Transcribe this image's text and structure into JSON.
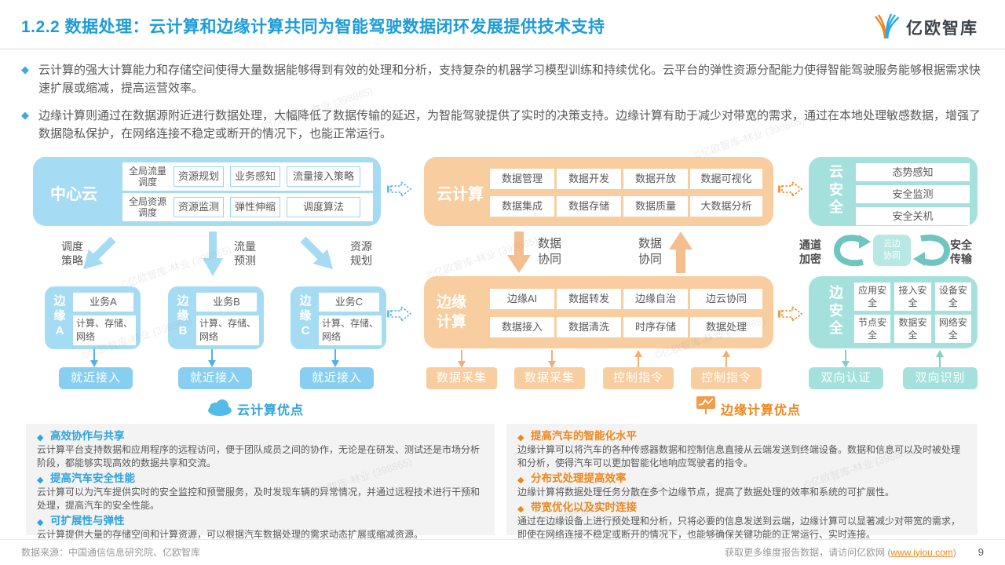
{
  "header": {
    "title": "1.2.2 数据处理：云计算和边缘计算共同为智能驾驶数据闭环发展提供技术支持",
    "logo_text": "亿欧智库"
  },
  "intro": {
    "bullet1": "云计算的强大计算能力和存储空间使得大量数据能够得到有效的处理和分析，支持复杂的机器学习模型训练和持续优化。云平台的弹性资源分配能力使得智能驾驶服务能够根据需求快速扩展或缩减，提高运营效率。",
    "bullet2": "边缘计算则通过在数据源附近进行数据处理，大幅降低了数据传输的延迟，为智能驾驶提供了实时的决策支持。边缘计算有助于减少对带宽的需求，通过在本地处理敏感数据，增强了数据隐私保护，在网络连接不稳定或断开的情况下，也能正常运行。"
  },
  "diagram": {
    "center_cloud": {
      "label": "中心云",
      "rows": [
        {
          "head": "全局流量调度",
          "items": [
            "资源规划",
            "业务感知",
            "流量接入策略"
          ]
        },
        {
          "head": "全局资源调度",
          "items": [
            "资源监测",
            "弹性伸缩",
            "调度算法"
          ]
        }
      ]
    },
    "cloud_computing": {
      "label": "云计算",
      "row1": [
        "数据管理",
        "数据开发",
        "数据开放",
        "数据可视化"
      ],
      "row2": [
        "数据集成",
        "数据存储",
        "数据质量",
        "大数据分析"
      ]
    },
    "cloud_security": {
      "label": "云安全",
      "items": [
        "态势感知",
        "安全监测",
        "安全关机"
      ]
    },
    "flow": {
      "scheduling": "调度策略",
      "traffic": "流量预测",
      "resource": "资源规划",
      "data_sync_left": "数据协同",
      "data_sync_right": "数据协同",
      "channel_encrypt": "通道加密",
      "cloud_edge_sync": "云边协同",
      "secure_transfer": "安全传输"
    },
    "edge_nodes": [
      {
        "label": "边缘A",
        "service": "业务A",
        "resources": "计算、存储、网络"
      },
      {
        "label": "边缘B",
        "service": "业务B",
        "resources": "计算、存储、网络"
      },
      {
        "label": "边缘C",
        "service": "业务C",
        "resources": "计算、存储、网络"
      }
    ],
    "edge_computing": {
      "label": "边缘计算",
      "row1": [
        "边缘AI",
        "数据转发",
        "边缘自治",
        "边云协同"
      ],
      "row2": [
        "数据接入",
        "数据清洗",
        "时序存储",
        "数据处理"
      ]
    },
    "edge_security": {
      "label": "边安全",
      "row1": [
        "应用安全",
        "接入安全",
        "设备安全"
      ],
      "row2": [
        "节点安全",
        "数据安全",
        "网络安全"
      ]
    },
    "access_buttons": [
      "就近接入",
      "就近接入",
      "就近接入"
    ],
    "edge_bottom_buttons": [
      "数据采集",
      "数据采集",
      "控制指令",
      "控制指令"
    ],
    "security_bottom_buttons": [
      "双向认证",
      "双向识别"
    ]
  },
  "advantages": {
    "cloud": {
      "section_label": "云计算优点",
      "items": [
        {
          "title": "高效协作与共享",
          "body": "云计算平台支持数据和应用程序的远程访问，便于团队成员之间的协作，无论是在研发、测试还是市场分析阶段，都能够实现高效的数据共享和交流。"
        },
        {
          "title": "提高汽车安全性能",
          "body": "云计算可以为汽车提供实时的安全监控和预警服务，及时发现车辆的异常情况，并通过远程技术进行干预和处理，提高汽车的安全性能。"
        },
        {
          "title": "可扩展性与弹性",
          "body": "云计算提供大量的存储空间和计算资源，可以根据汽车数据处理的需求动态扩展或缩减资源。"
        }
      ]
    },
    "edge": {
      "section_label": "边缘计算优点",
      "items": [
        {
          "title": "提高汽车的智能化水平",
          "body": "边缘计算可以将汽车的各种传感器数据和控制信息直接从云端发送到终端设备。数据和信息可以及时被处理和分析，使得汽车可以更加智能化地响应驾驶者的指令。"
        },
        {
          "title": "分布式处理提高效率",
          "body": "边缘计算将数据处理任务分散在多个边缘节点，提高了数据处理的效率和系统的可扩展性。"
        },
        {
          "title": "带宽优化以及实时连接",
          "body": "通过在边缘设备上进行预处理和分析，只将必要的信息发送到云端，边缘计算可以显著减少对带宽的需求，即使在网络连接不稳定或断开的情况下，也能够确保关键功能的正常运行、实时连接。"
        }
      ]
    }
  },
  "footer": {
    "source": "数据来源：中国通信信息研究院、亿欧智库",
    "notice": "获取更多维度报告数据，请访问亿欧网 (",
    "link": "www.iyiou.com",
    "notice_end": ")",
    "page": "9"
  },
  "watermark": "©亿欧智库-林业 (398865)",
  "colors": {
    "title_blue": "#1C9CD8",
    "light_blue": "#A6DCF3",
    "light_orange": "#F8CDA0",
    "teal": "#A5E1DC",
    "heading_orange": "#F0861B"
  }
}
